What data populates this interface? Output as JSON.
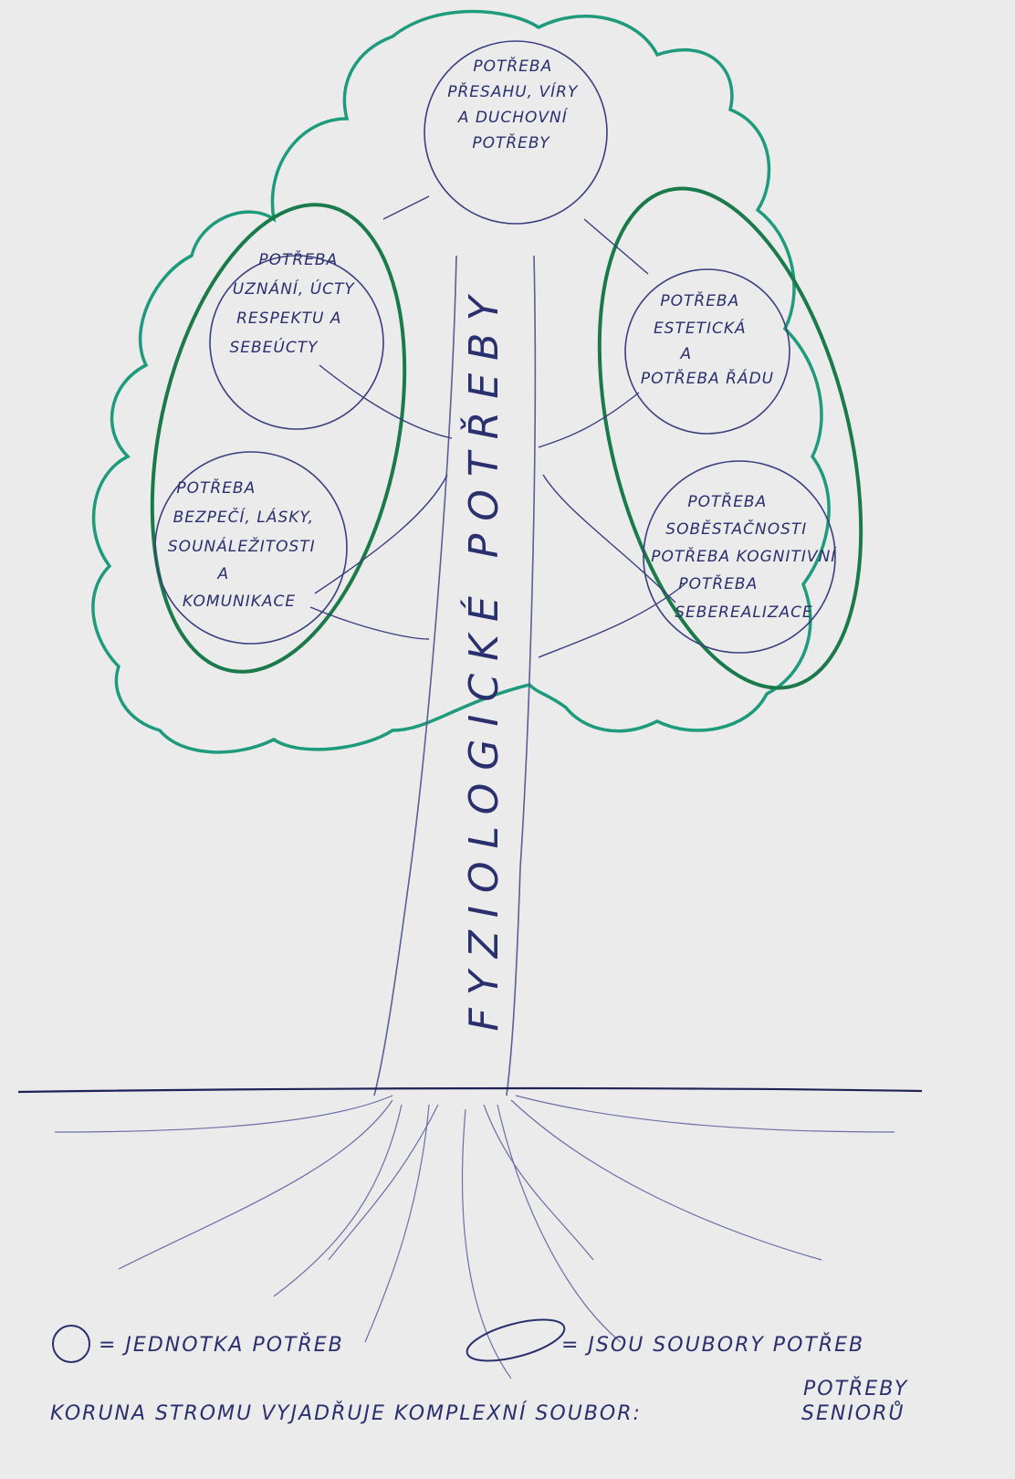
{
  "trunk": {
    "label": "FYZIOLOGICKÉ POTŘEBY"
  },
  "nodes": {
    "top": [
      "POTŘEBA",
      "PŘESAHU, VÍRY",
      "A DUCHOVNÍ",
      "POTŘEBY"
    ],
    "left_upper": [
      "POTŘEBA",
      "UZNÁNÍ, ÚCTY",
      "RESPEKTU A",
      "SEBEÚCTY"
    ],
    "left_lower": [
      "POTŘEBA",
      "BEZPEČÍ, LÁSKY,",
      "SOUNÁLEŽITOSTI",
      "A",
      "KOMUNIKACE"
    ],
    "right_upper": [
      "POTŘEBA",
      "ESTETICKÁ",
      "A",
      "POTŘEBA ŘÁDU"
    ],
    "right_lower": [
      "POTŘEBA",
      "SOBĚSTAČNOSTI",
      "POTŘEBA KOGNITIVNÍ",
      "POTŘEBA",
      "SEBEREALIZACE"
    ]
  },
  "legend": {
    "unit_label": "= JEDNOTKA POTŘEB",
    "sets_label": "= JSOU SOUBORY POTŘEB"
  },
  "caption": {
    "main": "KORUNA STROMU VYJADŘUJE KOMPLEXNÍ SOUBOR:",
    "tail_top": "POTŘEBY",
    "tail_bottom": "SENIORŮ"
  },
  "colors": {
    "green": "#1e9a7c",
    "dark_green": "#1a7a4a",
    "ink": "#2a2f6e",
    "paper": "#ebebeb"
  }
}
